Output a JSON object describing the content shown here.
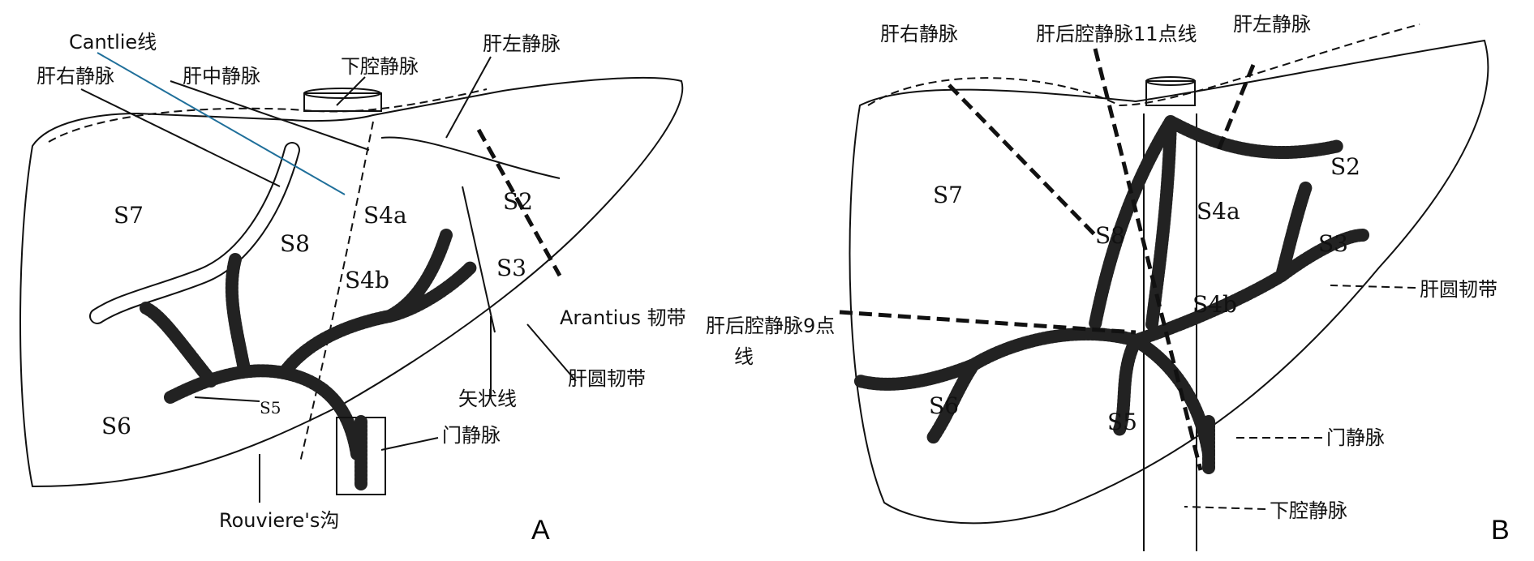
{
  "panel_a": {
    "panel_label": "A",
    "labels": {
      "cantlie_line": "Cantlie线",
      "right_hepatic_vein": "肝右静脉",
      "middle_hepatic_vein": "肝中静脉",
      "ivc": "下腔静脉",
      "left_hepatic_vein": "肝左静脉",
      "arantius": "Arantius 韧带",
      "round_ligament": "肝圆韧带",
      "sagittal_line": "矢状线",
      "portal_vein": "门静脉",
      "rouviere": "Rouviere's沟"
    },
    "segments": {
      "s7": "S7",
      "s8": "S8",
      "s4a": "S4a",
      "s4b": "S4b",
      "s2": "S2",
      "s3": "S3",
      "s6": "S6",
      "s5": "S5"
    },
    "colors": {
      "cantlie": "#1f6f9a"
    }
  },
  "panel_b": {
    "panel_label": "B",
    "labels": {
      "right_hepatic_vein": "肝右静脉",
      "ivc_11_line": "肝后腔静脉11点线",
      "left_hepatic_vein": "肝左静脉",
      "round_ligament": "肝圆韧带",
      "ivc_9_line_1": "肝后腔静脉9点",
      "ivc_9_line_2": "线",
      "portal_vein": "门静脉",
      "ivc": "下腔静脉"
    },
    "segments": {
      "s7": "S7",
      "s8": "S8",
      "s4a": "S4a",
      "s2": "S2",
      "s3": "S3",
      "s4b": "S4b",
      "s6": "S6",
      "s5": "S5"
    }
  }
}
